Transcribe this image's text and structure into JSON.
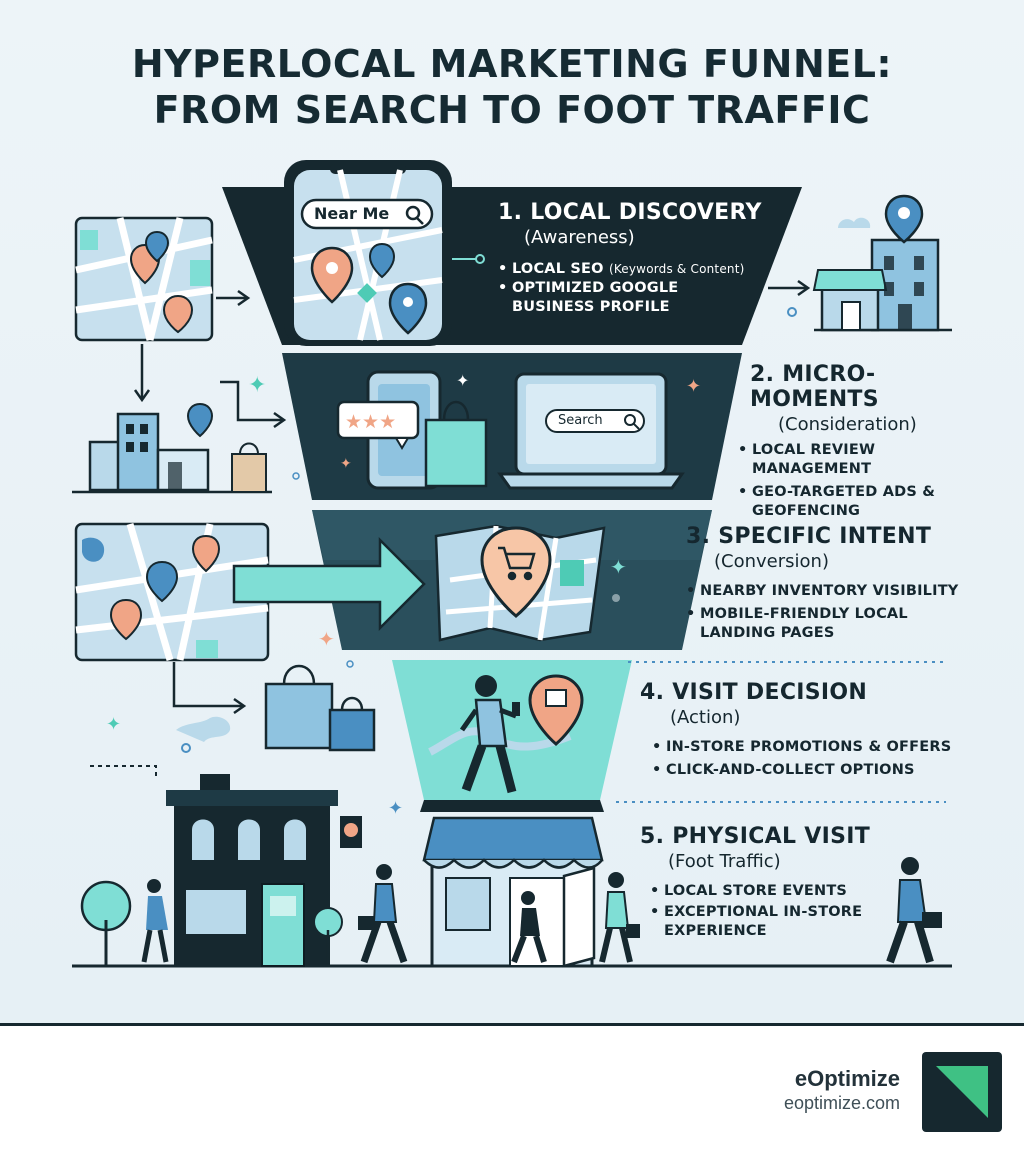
{
  "title": {
    "line1": "HYPERLOCAL MARKETING FUNNEL:",
    "line2": "FROM SEARCH TO FOOT TRAFFIC"
  },
  "phone_search": {
    "placeholder": "Near Me"
  },
  "laptop_search": {
    "label": "Search"
  },
  "stages": [
    {
      "heading": "1. LOCAL DISCOVERY",
      "subtitle": "(Awareness)",
      "bullets": [
        {
          "text": "LOCAL SEO",
          "note": "(Keywords & Content)"
        },
        {
          "text": "OPTIMIZED GOOGLE BUSINESS PROFILE",
          "note": ""
        }
      ]
    },
    {
      "heading": "2. MICRO-MOMENTS",
      "subtitle": "(Consideration)",
      "bullets": [
        {
          "text": "LOCAL REVIEW MANAGEMENT",
          "note": ""
        },
        {
          "text": "GEO-TARGETED ADS & GEOFENCING",
          "note": ""
        }
      ]
    },
    {
      "heading": "3. SPECIFIC INTENT",
      "subtitle": "(Conversion)",
      "bullets": [
        {
          "text": "NEARBY INVENTORY VISIBILITY",
          "note": ""
        },
        {
          "text": "MOBILE-FRIENDLY LOCAL LANDING PAGES",
          "note": ""
        }
      ]
    },
    {
      "heading": "4. VISIT DECISION",
      "subtitle": "(Action)",
      "bullets": [
        {
          "text": "IN-STORE PROMOTIONS & OFFERS",
          "note": ""
        },
        {
          "text": "CLICK-AND-COLLECT OPTIONS",
          "note": ""
        }
      ]
    },
    {
      "heading": "5. PHYSICAL VISIT",
      "subtitle": "(Foot Traffic)",
      "bullets": [
        {
          "text": "LOCAL STORE EVENTS",
          "note": ""
        },
        {
          "text": "EXCEPTIONAL IN-STORE EXPERIENCE",
          "note": ""
        }
      ]
    }
  ],
  "brand": {
    "name": "eOptimize",
    "url": "eoptimize.com"
  },
  "colors": {
    "dark": "#16282f",
    "teal": "#7fded5",
    "light_blue": "#b9d9ea",
    "orange": "#f0a586",
    "background": "#eaf2f7"
  },
  "icons": [
    "map-pin-icon",
    "search-icon",
    "star-icon",
    "shopping-bag-icon",
    "shopping-cart-icon",
    "store-icon",
    "sparkle-icon",
    "arrow-right-icon"
  ]
}
